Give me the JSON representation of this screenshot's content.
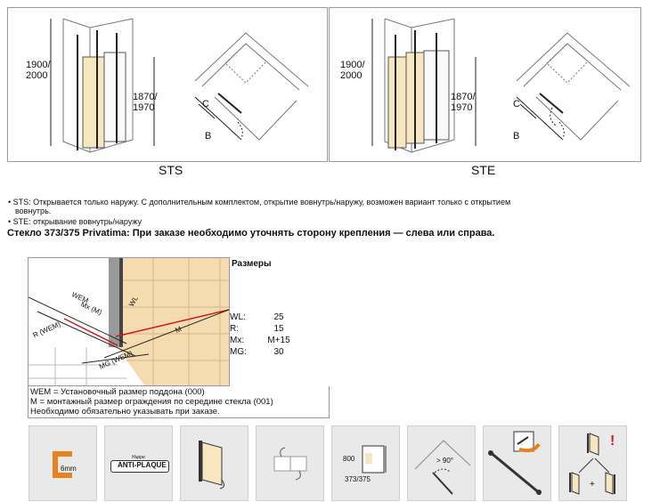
{
  "panels": [
    {
      "caption": "STS",
      "height_total": "1900/\n2000",
      "height_glass": "1870/\n1970",
      "label_c": "C",
      "label_b": "B"
    },
    {
      "caption": "STE",
      "height_total": "1900/\n2000",
      "height_glass": "1870/\n1970",
      "label_c": "C",
      "label_b": "B"
    }
  ],
  "notes": {
    "line1": "• STS: Открывается только наружу. С дополнительным комплектом, открытие вовнутрь/наружу, возможен вариант только с открытием",
    "line2": "вовнутрь.",
    "line3": "• STE: открывание вовнутрь/наружу",
    "bold": "Стекло 373/375 Privatima: При заказе необходимо уточнять сторону крепления — слева или справа."
  },
  "diagram_labels": {
    "wem": "WEM",
    "mx_m": "Mx (M)",
    "r_wem": "R (WEM)",
    "m": "M",
    "mg_wem": "MG (WEM)",
    "wl": "WL"
  },
  "dimensions": {
    "title": "Размеры",
    "rows": [
      {
        "key": "WL:",
        "value": "25"
      },
      {
        "key": "R:",
        "value": "15"
      },
      {
        "key": "Mx:",
        "value": "M+15"
      },
      {
        "key": "MG:",
        "value": "30"
      }
    ]
  },
  "legend": {
    "line1": "WEM = Установочный размер поддона (000)",
    "line2": "M = монтажный размер ограждения по середине стекла (001)",
    "line3": "Необходимо обязательно указывать при заказе."
  },
  "icons": {
    "glass_thickness": "6mm",
    "anti_plaque": "ANTI-PLAQUE",
    "anti_plaque_top": "Huppe",
    "height_value": "800",
    "glass_code": "373/375",
    "angle": "> 90°",
    "plus": "+",
    "exclamation": "!"
  },
  "colors": {
    "orange": "#e8821e",
    "glass": "#f7e6bf",
    "red": "#d11a1a"
  }
}
